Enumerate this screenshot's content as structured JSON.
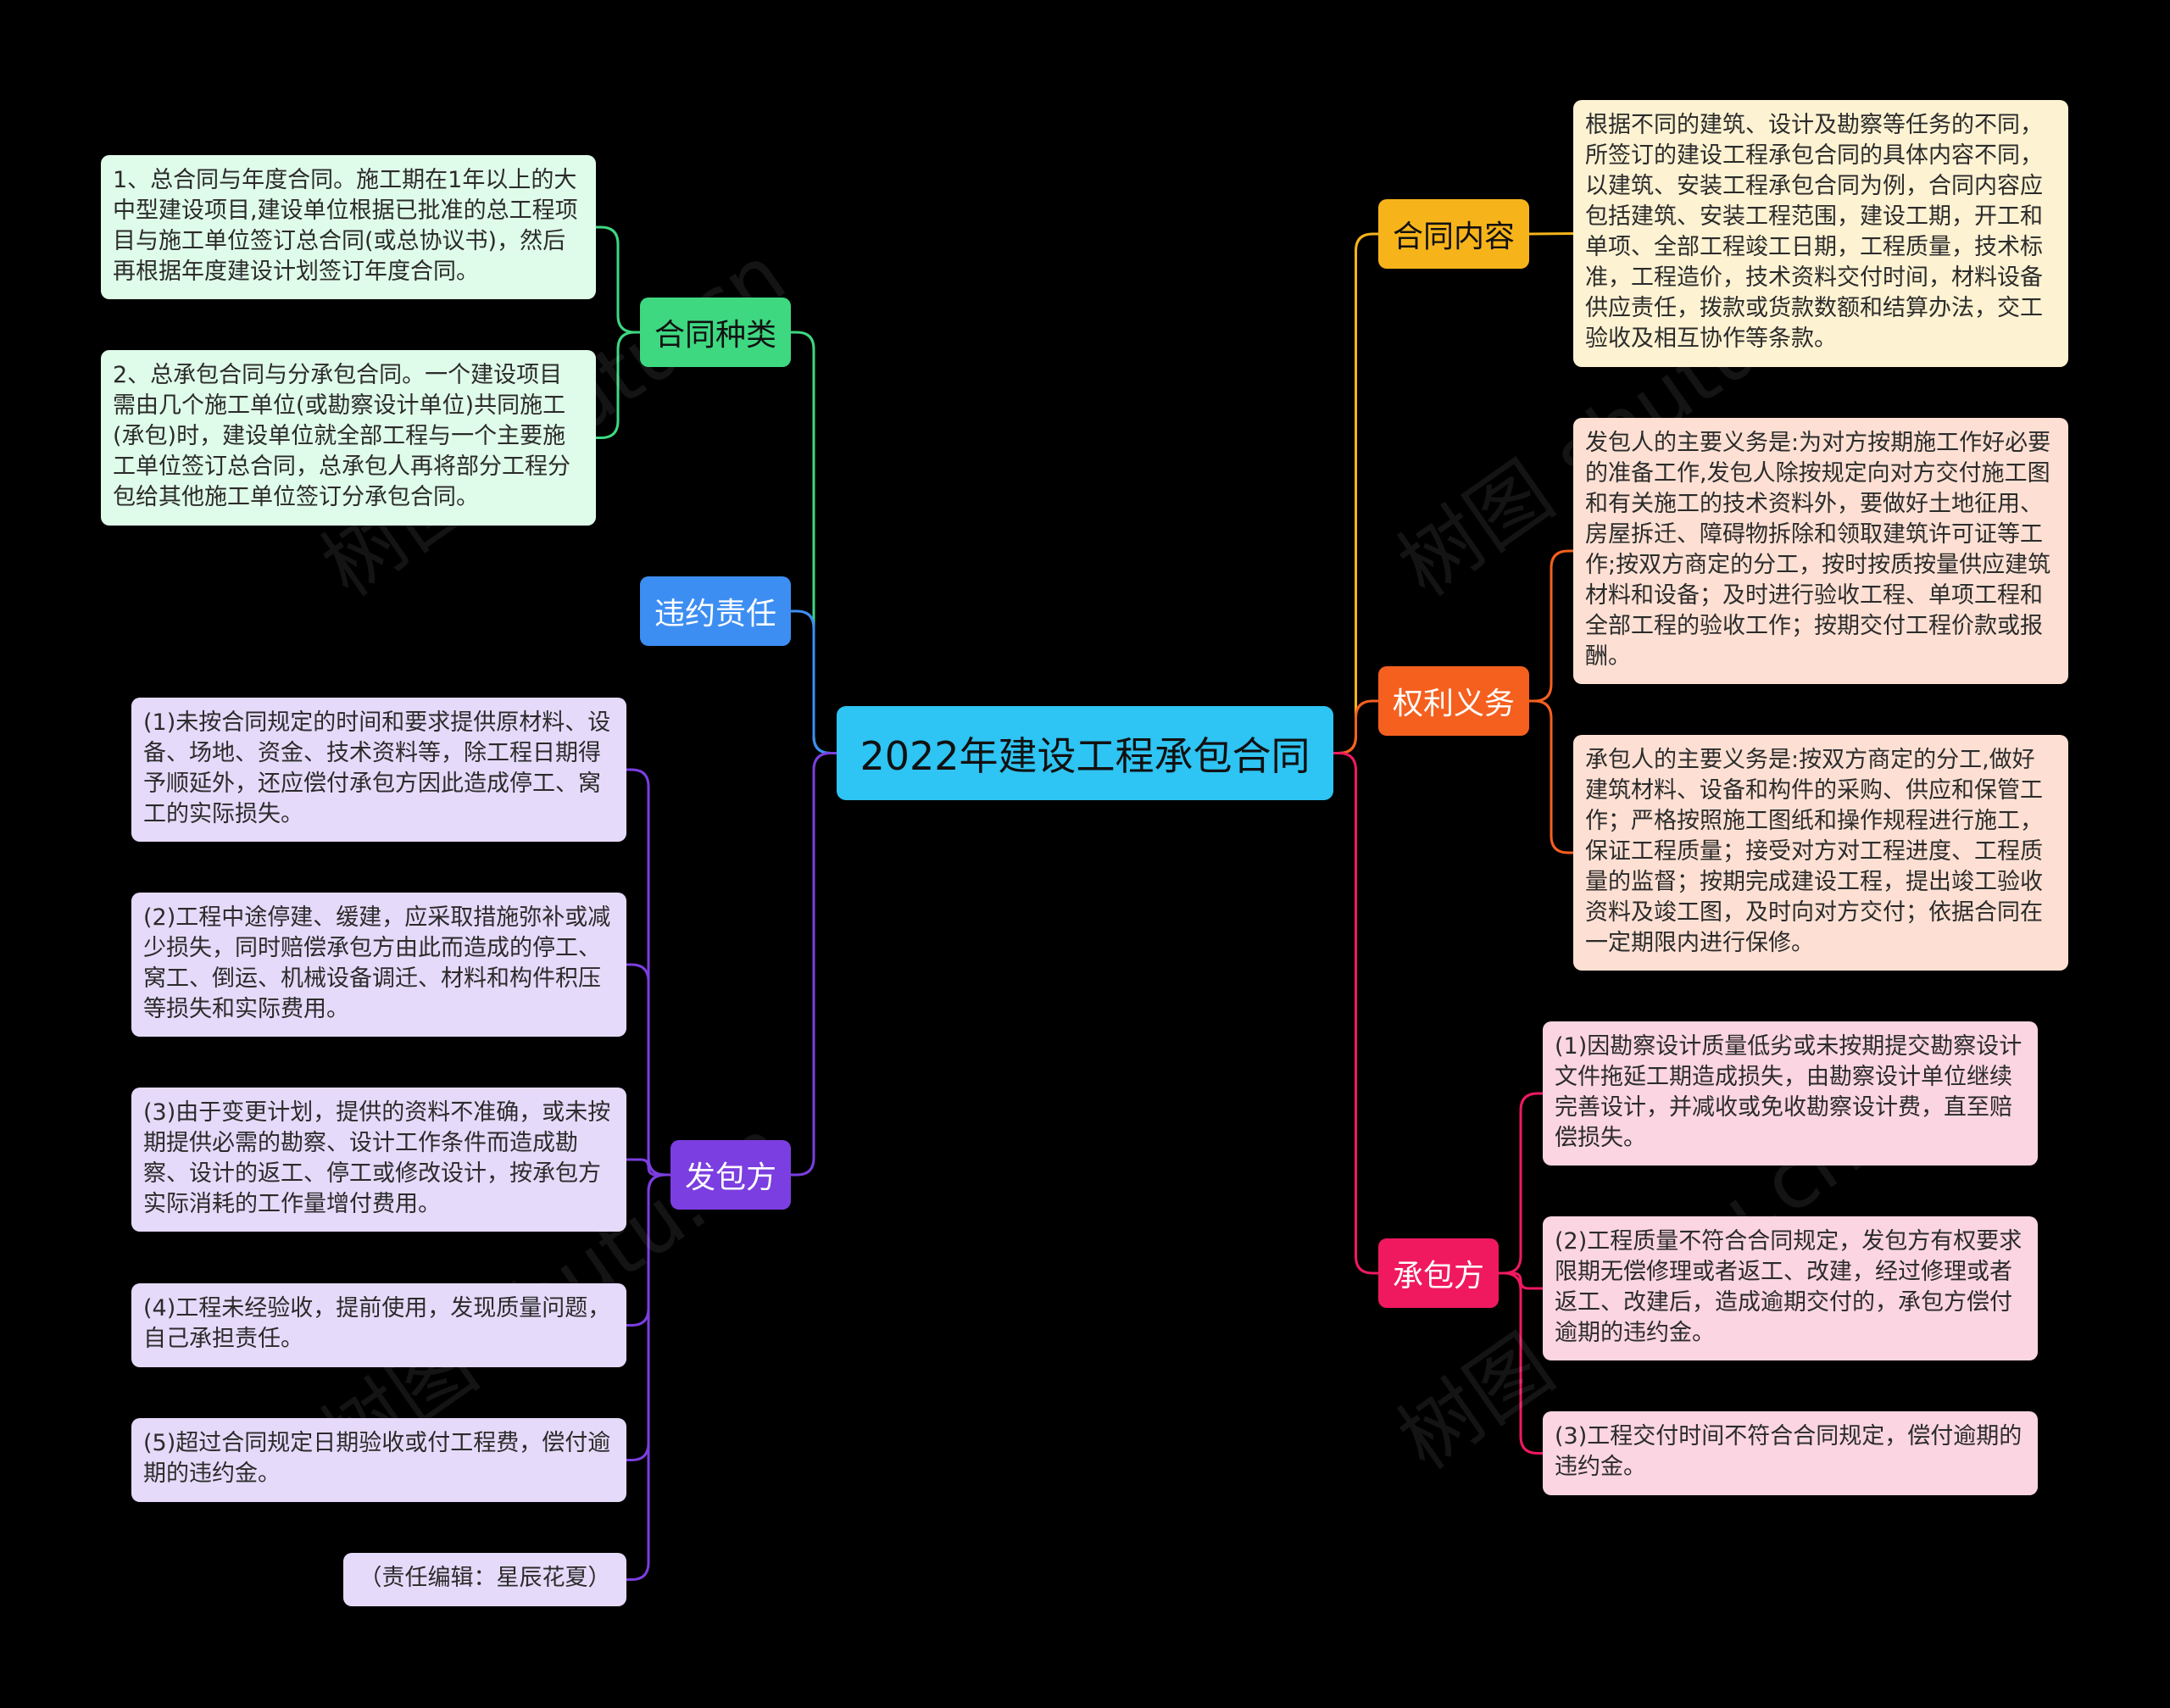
{
  "root": {
    "title": "2022年建设工程承包合同",
    "color": "#2ec4f3"
  },
  "branches": {
    "hetong_zhonglei": {
      "label": "合同种类",
      "color": "#3ed881",
      "leaf_bg": "#dffbe9",
      "items": [
        "1、总合同与年度合同。施工期在1年以上的大中型建设项目,建设单位根据已批准的总工程项目与施工单位签订总合同(或总协议书)，然后再根据年度建设计划签订年度合同。",
        "2、总承包合同与分承包合同。一个建设项目需由几个施工单位(或勘察设计单位)共同施工(承包)时，建设单位就全部工程与一个主要施工单位签订总合同，总承包人再将部分工程分包给其他施工单位签订分承包合同。"
      ]
    },
    "weiyue_zeren": {
      "label": "违约责任",
      "color": "#3d8ef2"
    },
    "fabaofang": {
      "label": "发包方",
      "color": "#7b3ee0",
      "leaf_bg": "#e6dafa",
      "items": [
        "(1)未按合同规定的时间和要求提供原材料、设备、场地、资金、技术资料等，除工程日期得予顺延外，还应偿付承包方因此造成停工、窝工的实际损失。",
        "(2)工程中途停建、缓建，应采取措施弥补或减少损失，同时赔偿承包方由此而造成的停工、窝工、倒运、机械设备调迁、材料和构件积压等损失和实际费用。",
        "(3)由于变更计划，提供的资料不准确，或未按期提供必需的勘察、设计工作条件而造成勘察、设计的返工、停工或修改设计，按承包方实际消耗的工作量增付费用。",
        "(4)工程未经验收，提前使用，发现质量问题，自己承担责任。",
        "(5)超过合同规定日期验收或付工程费，偿付逾期的违约金。",
        "（责任编辑：星辰花夏）"
      ]
    },
    "hetong_neirong": {
      "label": "合同内容",
      "color": "#f7b41a",
      "leaf_bg": "#fdf2d2",
      "items": [
        "根据不同的建筑、设计及勘察等任务的不同，所签订的建设工程承包合同的具体内容不同，以建筑、安装工程承包合同为例，合同内容应包括建筑、安装工程范围，建设工期，开工和单项、全部工程竣工日期，工程质量，技术标准，工程造价，技术资料交付时间，材料设备供应责任，拨款或货款数额和结算办法，交工验收及相互协作等条款。"
      ]
    },
    "quanli_yiwu": {
      "label": "权利义务",
      "color": "#f5601f",
      "leaf_bg": "#fde0d3",
      "items": [
        "发包人的主要义务是:为对方按期施工作好必要的准备工作,发包人除按规定向对方交付施工图和有关施工的技术资料外，要做好土地征用、房屋拆迁、障碍物拆除和领取建筑许可证等工作;按双方商定的分工，按时按质按量供应建筑材料和设备；及时进行验收工程、单项工程和全部工程的验收工作；按期交付工程价款或报酬。",
        "承包人的主要义务是:按双方商定的分工,做好建筑材料、设备和构件的采购、供应和保管工作；严格按照施工图纸和操作规程进行施工，保证工程质量；接受对方对工程进度、工程质量的监督；按期完成建设工程，提出竣工验收资料及竣工图，及时向对方交付；依据合同在一定期限内进行保修。"
      ]
    },
    "chengbaofang": {
      "label": "承包方",
      "color": "#f0195f",
      "leaf_bg": "#fbd5e1",
      "items": [
        "(1)因勘察设计质量低劣或未按期提交勘察设计文件拖延工期造成损失，由勘察设计单位继续完善设计，并减收或免收勘察设计费，直至赔偿损失。",
        "(2)工程质量不符合合同规定，发包方有权要求限期无偿修理或者返工、改建，经过修理或者返工、改建后，造成逾期交付的，承包方偿付逾期的违约金。",
        "(3)工程交付时间不符合合同规定，偿付逾期的违约金。"
      ]
    }
  },
  "watermark": "树图 shutu.cn"
}
